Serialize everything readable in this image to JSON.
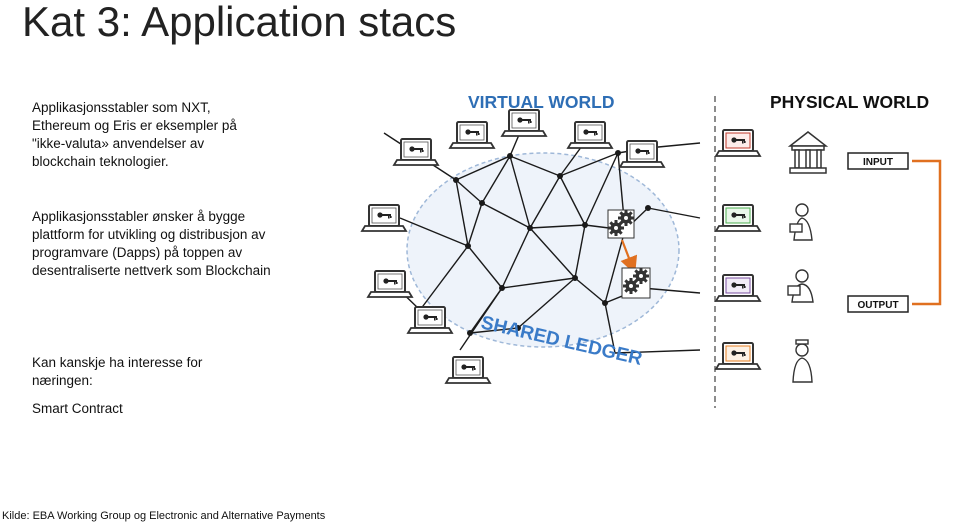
{
  "slide": {
    "title": "Kat 3: Application stacs",
    "paragraphs": [
      "Applikasjonsstabler som NXT, Ethereum og Eris er eksempler på \"ikke-valuta»  anvendelser av blockchain teknologier.",
      "Applikasjonsstabler ønsker å bygge plattform for utvikling og distribusjon av programvare (Dapps) på toppen av desentraliserte nettverk som Blockchain",
      "Kan kanskje ha interesse for næringen:",
      "Smart Contract"
    ],
    "source": "Kilde: EBA Working Group og Electronic and Alternative Payments"
  },
  "diagram": {
    "virtual_world_label": "VIRTUAL WORLD",
    "physical_world_label": "PHYSICAL WORLD",
    "shared_ledger_label": "SHARED LEDGER",
    "input_label": "INPUT",
    "output_label": "OUTPUT",
    "colors": {
      "virtual": "#2e6eb5",
      "ledger": "#3a7bc8",
      "arrow": "#e07020",
      "ellipse_fill": "#eef3fa",
      "ellipse_stroke": "#9fb8d8",
      "computer_red": "#c0392b",
      "computer_green": "#4caf50",
      "computer_purple": "#7b4fa0",
      "computer_orange": "#e67e22"
    },
    "icons": [
      "computer-icon",
      "key-icon",
      "gears-icon",
      "bank-icon",
      "person-icon"
    ]
  }
}
